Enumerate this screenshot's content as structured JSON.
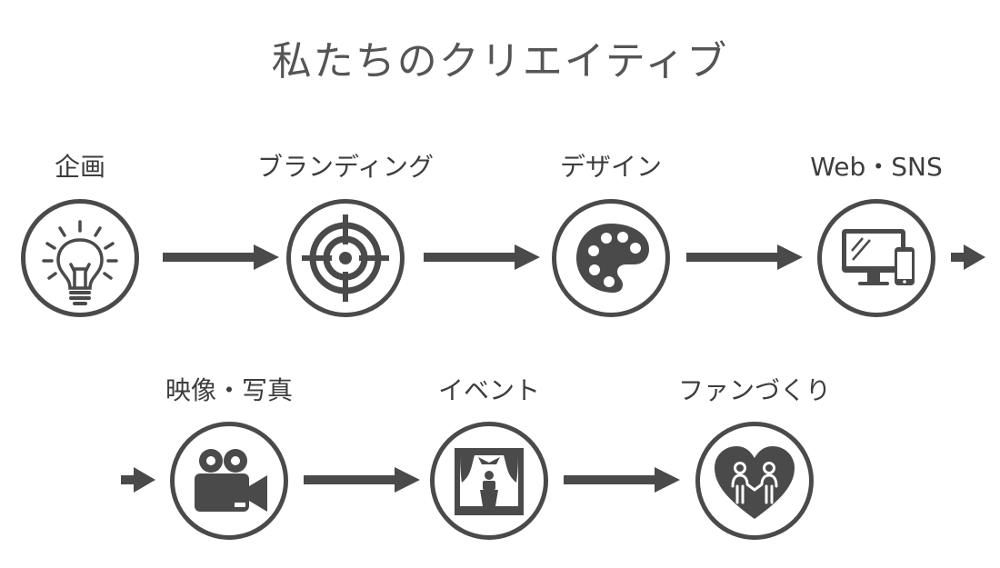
{
  "title": "私たちのクリエイティブ",
  "colors": {
    "ink": "#4a4a4a",
    "background": "#ffffff"
  },
  "steps": [
    {
      "label": "企画",
      "icon": "lightbulb-icon"
    },
    {
      "label": "ブランディング",
      "icon": "target-icon"
    },
    {
      "label": "デザイン",
      "icon": "palette-icon"
    },
    {
      "label": "Web・SNS",
      "icon": "devices-icon"
    },
    {
      "label": "映像・写真",
      "icon": "video-camera-icon"
    },
    {
      "label": "イベント",
      "icon": "stage-icon"
    },
    {
      "label": "ファンづくり",
      "icon": "heart-people-icon"
    }
  ]
}
